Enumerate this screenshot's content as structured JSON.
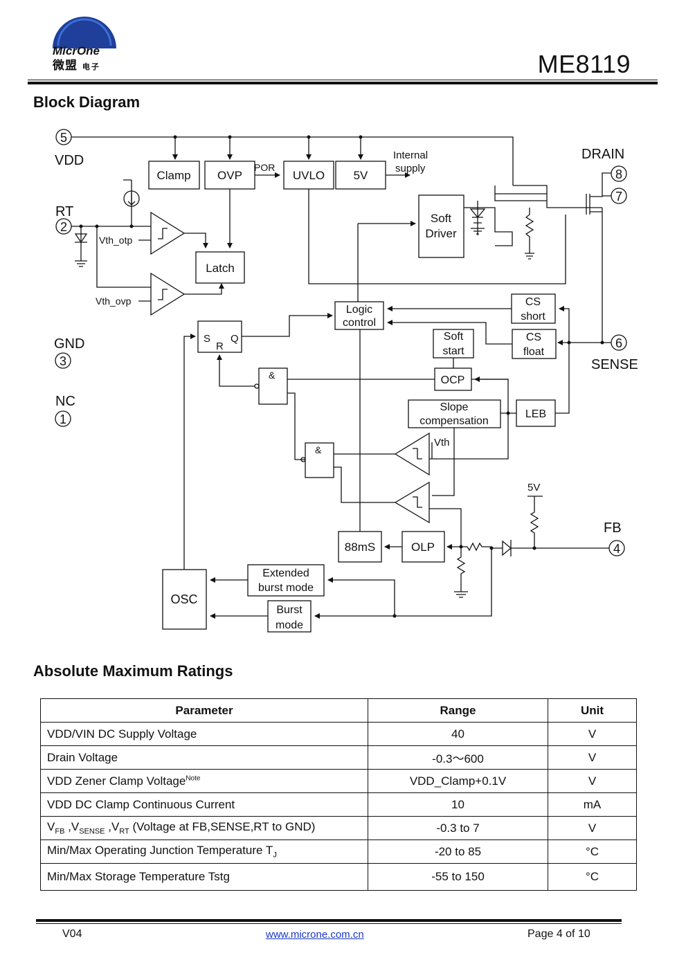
{
  "header": {
    "logo_text": "MicrOne",
    "logo_cn": "微盟",
    "logo_cn_small": "电子",
    "part_number": "ME8119"
  },
  "block_diagram": {
    "title": "Block Diagram",
    "pins": {
      "vdd": {
        "num": "5",
        "name": "VDD"
      },
      "rt": {
        "num": "2",
        "name": "RT"
      },
      "gnd": {
        "num": "3",
        "name": "GND"
      },
      "nc": {
        "num": "1",
        "name": "NC"
      },
      "drain": {
        "num_a": "8",
        "num_b": "7",
        "name": "DRAIN"
      },
      "sense": {
        "num": "6",
        "name": "SENSE"
      },
      "fb": {
        "num": "4",
        "name": "FB"
      }
    },
    "blocks": {
      "clamp": "Clamp",
      "ovp": "OVP",
      "por": "POR",
      "uvlo": "UVLO",
      "five_v": "5V",
      "internal_supply_1": "Internal",
      "internal_supply_2": "supply",
      "soft_driver_1": "Soft",
      "soft_driver_2": "Driver",
      "latch": "Latch",
      "vth_otp": "Vth_otp",
      "vth_ovp": "Vth_ovp",
      "logic_1": "Logic",
      "logic_2": "control",
      "cs_short_1": "CS",
      "cs_short_2": "short",
      "cs_float_1": "CS",
      "cs_float_2": "float",
      "sr_s": "S",
      "sr_r": "R",
      "sr_q": "Q",
      "soft_start_1": "Soft",
      "soft_start_2": "start",
      "ocp": "OCP",
      "and_symbol": "&",
      "slope_1": "Slope",
      "slope_2": "compensation",
      "leb": "LEB",
      "vth": "Vth",
      "five_v_ref": "5V",
      "ms88": "88mS",
      "olp": "OLP",
      "osc": "OSC",
      "ext_burst_1": "Extended",
      "ext_burst_2": "burst mode",
      "burst_1": "Burst",
      "burst_2": "mode"
    }
  },
  "ratings": {
    "title": "Absolute Maximum Ratings",
    "headers": [
      "Parameter",
      "Range",
      "Unit"
    ],
    "rows": [
      {
        "parameter": "VDD/VIN DC Supply Voltage",
        "range": "40",
        "unit": "V"
      },
      {
        "parameter": "Drain Voltage",
        "range": "-0.3～600",
        "unit": "V"
      },
      {
        "parameter": "VDD Zener Clamp Voltage",
        "note": "Note",
        "range": "VDD_Clamp+0.1V",
        "unit": "V"
      },
      {
        "parameter": "VDD DC Clamp Continuous Current",
        "range": "10",
        "unit": "mA"
      },
      {
        "v": "V",
        "fb": "FB",
        "sense": "SENSE",
        "rt": "RT",
        "rest": " (Voltage at FB,SENSE,RT to GND)",
        "range": "-0.3 to 7",
        "unit": "V"
      },
      {
        "parameter": "Min/Max Operating Junction Temperature T",
        "sub": "J",
        "range": "-20 to 85",
        "unit": "°C"
      },
      {
        "parameter": "Min/Max Storage Temperature Tstg",
        "range": "-55 to 150",
        "unit": "°C"
      }
    ]
  },
  "footer": {
    "version": "V04",
    "website": "www.microne.com.cn",
    "page": "Page 4 of 10"
  }
}
